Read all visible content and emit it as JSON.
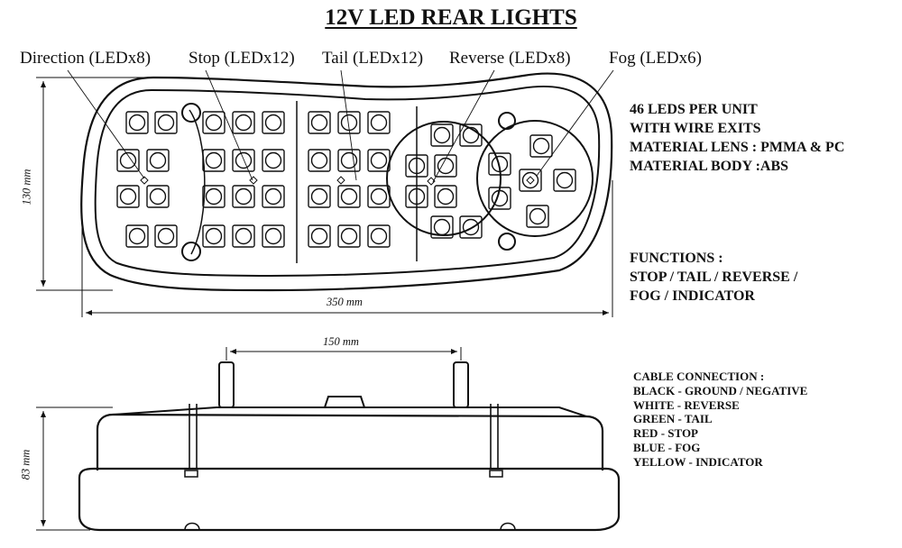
{
  "title": "12V LED REAR LIGHTS",
  "function_labels": [
    "Direction (LEDx8)",
    "Stop (LEDx12)",
    "Tail (LEDx12)",
    "Reverse (LEDx8)",
    "Fog (LEDx6)"
  ],
  "specs": [
    "46 LEDS PER UNIT",
    "WITH WIRE EXITS",
    "MATERIAL LENS  : PMMA & PC",
    "MATERIAL BODY :ABS"
  ],
  "functions": [
    "FUNCTIONS :",
    "STOP / TAIL / REVERSE /",
    "FOG / INDICATOR"
  ],
  "cable": [
    "CABLE CONNECTION :",
    "BLACK - GROUND / NEGATIVE",
    "WHITE - REVERSE",
    "GREEN - TAIL",
    "RED - STOP",
    "BLUE - FOG",
    "YELLOW - INDICATOR"
  ],
  "dimensions": {
    "height_top": "130 mm",
    "width": "350 mm",
    "stud_spacing": "150 mm",
    "height_side": "83 mm"
  }
}
